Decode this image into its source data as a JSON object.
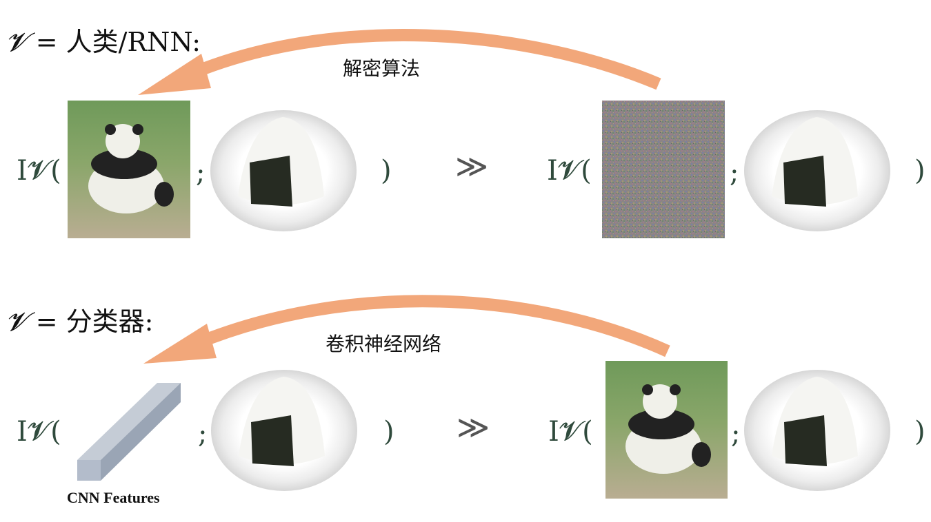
{
  "rows": [
    {
      "label_symbol": "𝓥",
      "label_eq": "= 人类/RNN:",
      "arrow_label": "解密算法",
      "lhs_fn": "I𝓥(",
      "lhs_sep": ";",
      "lhs_close": ")",
      "relation": "≫",
      "rhs_fn": "I𝓥(",
      "rhs_sep": ";",
      "rhs_close": ")"
    },
    {
      "label_symbol": "𝓥",
      "label_eq": "= 分类器:",
      "arrow_label": "卷积神经网络",
      "lhs_fn": "I𝓥(",
      "lhs_sep": ";",
      "lhs_close": ")",
      "relation": "≫",
      "rhs_fn": "I𝓥(",
      "rhs_sep": ";",
      "rhs_close": ")",
      "feature_caption": "CNN Features"
    }
  ],
  "colors": {
    "arrow": "#f2a77a",
    "math": "#2f4a3c"
  }
}
